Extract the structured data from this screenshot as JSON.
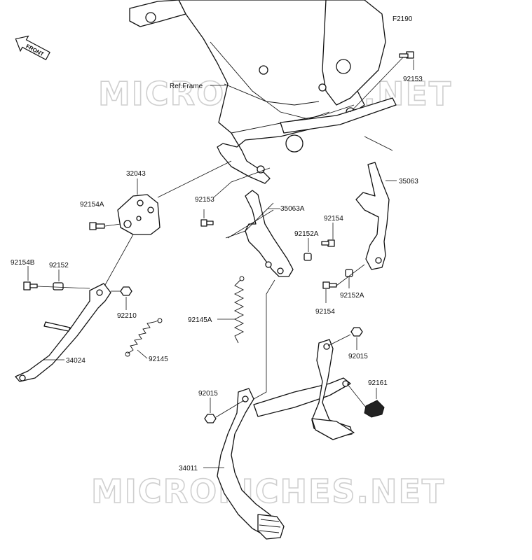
{
  "diagram": {
    "figure_code": "F2190",
    "watermark": "MICROFICHES.NET",
    "front_label": "FRONT",
    "ref_label": "Ref.Frame",
    "parts": [
      {
        "id": "p32043",
        "label": "32043"
      },
      {
        "id": "p92154A",
        "label": "92154A"
      },
      {
        "id": "p92153a",
        "label": "92153"
      },
      {
        "id": "p92153b",
        "label": "92153"
      },
      {
        "id": "p35063A",
        "label": "35063A"
      },
      {
        "id": "p35063",
        "label": "35063"
      },
      {
        "id": "p92154a",
        "label": "92154"
      },
      {
        "id": "p92152A",
        "label": "92152A"
      },
      {
        "id": "p92154B",
        "label": "92154B"
      },
      {
        "id": "p92152",
        "label": "92152"
      },
      {
        "id": "p92210",
        "label": "92210"
      },
      {
        "id": "p92154b",
        "label": "92154"
      },
      {
        "id": "p92152Ab",
        "label": "92152A"
      },
      {
        "id": "p92145A",
        "label": "92145A"
      },
      {
        "id": "p34024",
        "label": "34024"
      },
      {
        "id": "p92145",
        "label": "92145"
      },
      {
        "id": "p92015a",
        "label": "92015"
      },
      {
        "id": "p92015b",
        "label": "92015"
      },
      {
        "id": "p92161",
        "label": "92161"
      },
      {
        "id": "p34011",
        "label": "34011"
      }
    ]
  }
}
